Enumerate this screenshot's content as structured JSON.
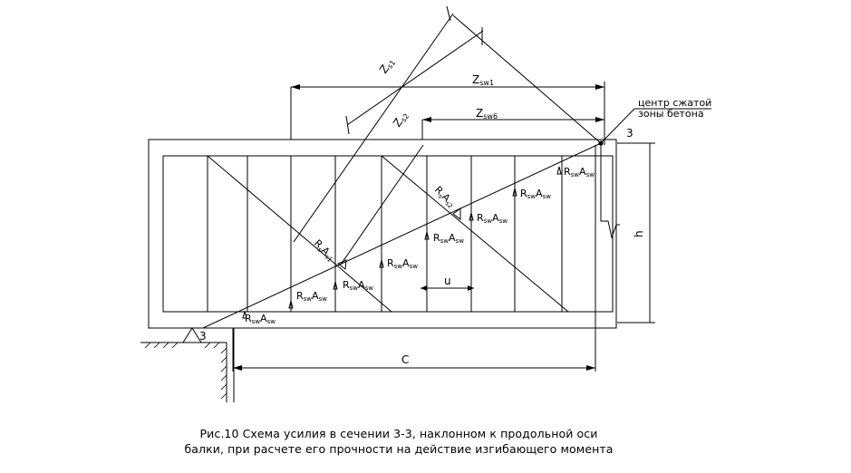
{
  "labels": {
    "section_mark_top": "3",
    "section_mark_bottom": "3",
    "center_line1": "центр сжатой",
    "center_line2": "зоны бетона",
    "h": "h",
    "c": "C",
    "u": "u",
    "z_sw1": "Z",
    "z_sw1_sub": "sw1",
    "z_sw6": "Z",
    "z_sw6_sub": "sw6",
    "z_s1": "Z",
    "z_s1_sub": "s1",
    "z_s2": "Z",
    "z_s2_sub": "s2",
    "rsw": "R",
    "rsw_sub": "sw",
    "asw": "A",
    "asw_sub": "sw",
    "rs1": "R",
    "rs1_sub": "s",
    "as1": "A",
    "as1_sub": "s1",
    "rs2": "R",
    "rs2_sub": "s",
    "as2": "A",
    "as2_sub": "s2"
  },
  "caption": {
    "line1": "Рис.10 Схема усилия в сечении 3-3, наклонном к продольной оси",
    "line2": "балки, при расчете его прочности на действие изгибающего момента"
  }
}
